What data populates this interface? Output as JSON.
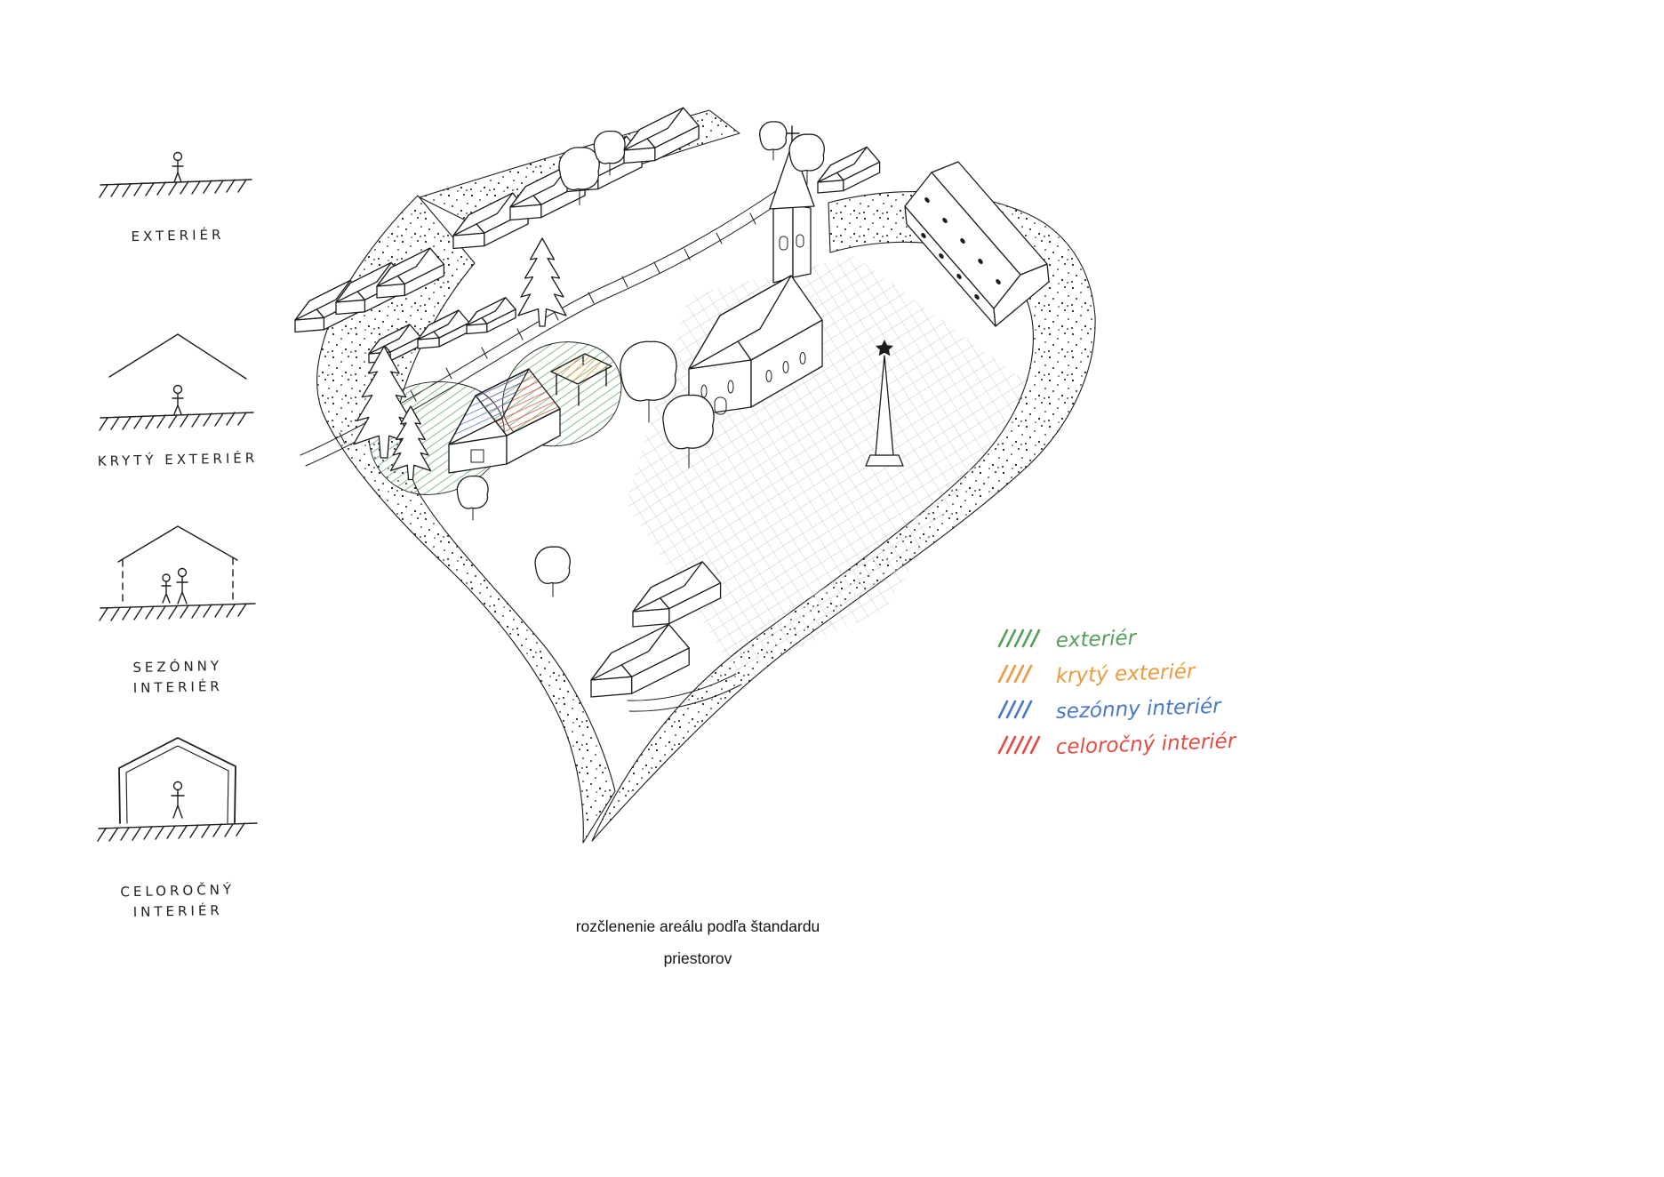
{
  "caption": {
    "line1": "rozčlenenie areálu podľa štandardu",
    "line2": "priestorov"
  },
  "left_legend": {
    "items": [
      {
        "label_line1": "EXTERIÉR",
        "label_line2": ""
      },
      {
        "label_line1": "KRYTÝ EXTERIÉR",
        "label_line2": ""
      },
      {
        "label_line1": "SEZÓNNY",
        "label_line2": "INTERIÉR"
      },
      {
        "label_line1": "CELOROČNÝ",
        "label_line2": "INTERIÉR"
      }
    ]
  },
  "color_legend": {
    "items": [
      {
        "label": "exteriér",
        "color": "#55a05c",
        "tick_count": 5
      },
      {
        "label": "krytý exteriér",
        "color": "#eb9a3d",
        "tick_count": 4
      },
      {
        "label": "sezónny interiér",
        "color": "#4a78c5",
        "tick_count": 4
      },
      {
        "label": "celoročný interiér",
        "color": "#e24c43",
        "tick_count": 5
      }
    ]
  },
  "colors": {
    "ink": "#1c1c1c",
    "plaza_hatch": "#c9c9c9"
  }
}
